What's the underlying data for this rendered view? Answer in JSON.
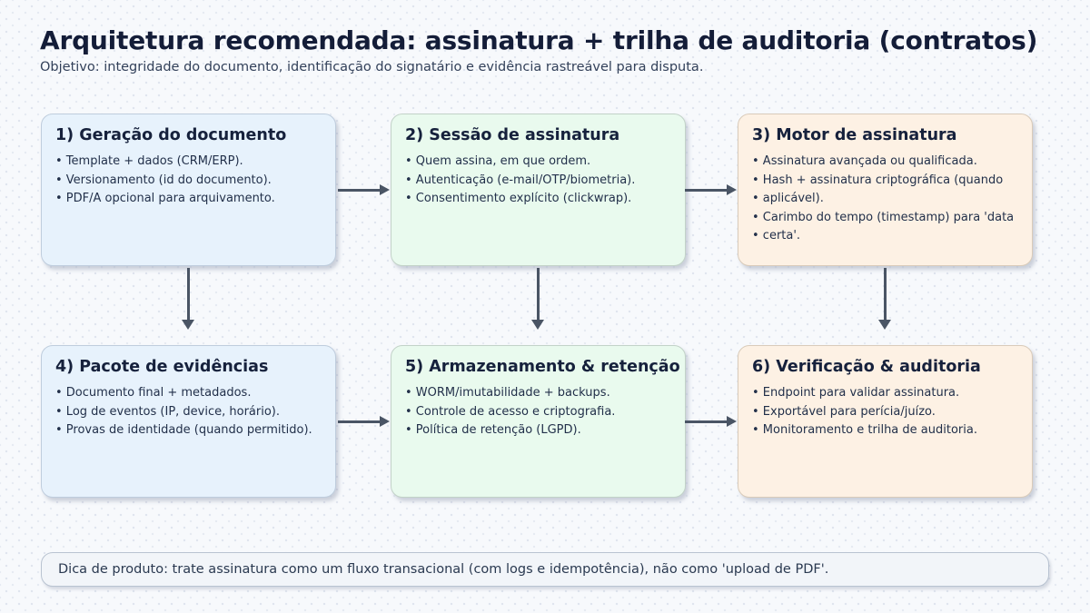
{
  "page": {
    "title": "Arquitetura recomendada: assinatura + trilha de auditoria (contratos)",
    "subtitle": "Objetivo: integridade do documento, identificação do signatário e evidência rastreável para disputa.",
    "tip": "Dica de produto: trate assinatura como um fluxo transacional (com logs e idempotência), não como 'upload de PDF'."
  },
  "colors": {
    "background": "#f7f9fc",
    "heading_text": "#16213c",
    "body_text": "#22304a",
    "arrow": "#4a5565",
    "box_blue": "#e7f2fc",
    "box_green": "#e9faee",
    "box_peach": "#fdf1e4",
    "tip_fill": "#f2f5f9"
  },
  "boxes": [
    {
      "id": "document-generation",
      "color": "blue",
      "title": "1) Geração do documento",
      "lines": [
        "• Template + dados (CRM/ERP).",
        "• Versionamento (id do documento).",
        "• PDF/A opcional para arquivamento."
      ]
    },
    {
      "id": "signature-session",
      "color": "green",
      "title": "2) Sessão de assinatura",
      "lines": [
        "• Quem assina, em que ordem.",
        "• Autenticação (e-mail/OTP/biometria).",
        "• Consentimento explícito (clickwrap)."
      ]
    },
    {
      "id": "signature-engine",
      "color": "peach",
      "title": "3) Motor de assinatura",
      "lines": [
        "• Assinatura avançada ou qualificada.",
        "• Hash + assinatura criptográfica (quando",
        "• aplicável).",
        "• Carimbo do tempo (timestamp) para 'data",
        "• certa'."
      ]
    },
    {
      "id": "evidence-package",
      "color": "blue",
      "title": "4) Pacote de evidências",
      "lines": [
        "• Documento final + metadados.",
        "• Log de eventos (IP, device, horário).",
        "• Provas de identidade (quando permitido)."
      ]
    },
    {
      "id": "storage-retention",
      "color": "green",
      "title": "5) Armazenamento & retenção",
      "lines": [
        "• WORM/imutabilidade + backups.",
        "• Controle de acesso e criptografia.",
        "• Política de retenção (LGPD)."
      ]
    },
    {
      "id": "verification-audit",
      "color": "peach",
      "title": "6) Verificação & auditoria",
      "lines": [
        "• Endpoint para validar assinatura.",
        "• Exportável para perícia/juízo.",
        "• Monitoramento e trilha de auditoria."
      ]
    }
  ],
  "arrows": {
    "right": [
      "step1-to-step2",
      "step2-to-step3",
      "step4-to-step5",
      "step5-to-step6"
    ],
    "down": [
      "step1-to-step4",
      "step2-to-step5",
      "step3-to-step6"
    ]
  }
}
